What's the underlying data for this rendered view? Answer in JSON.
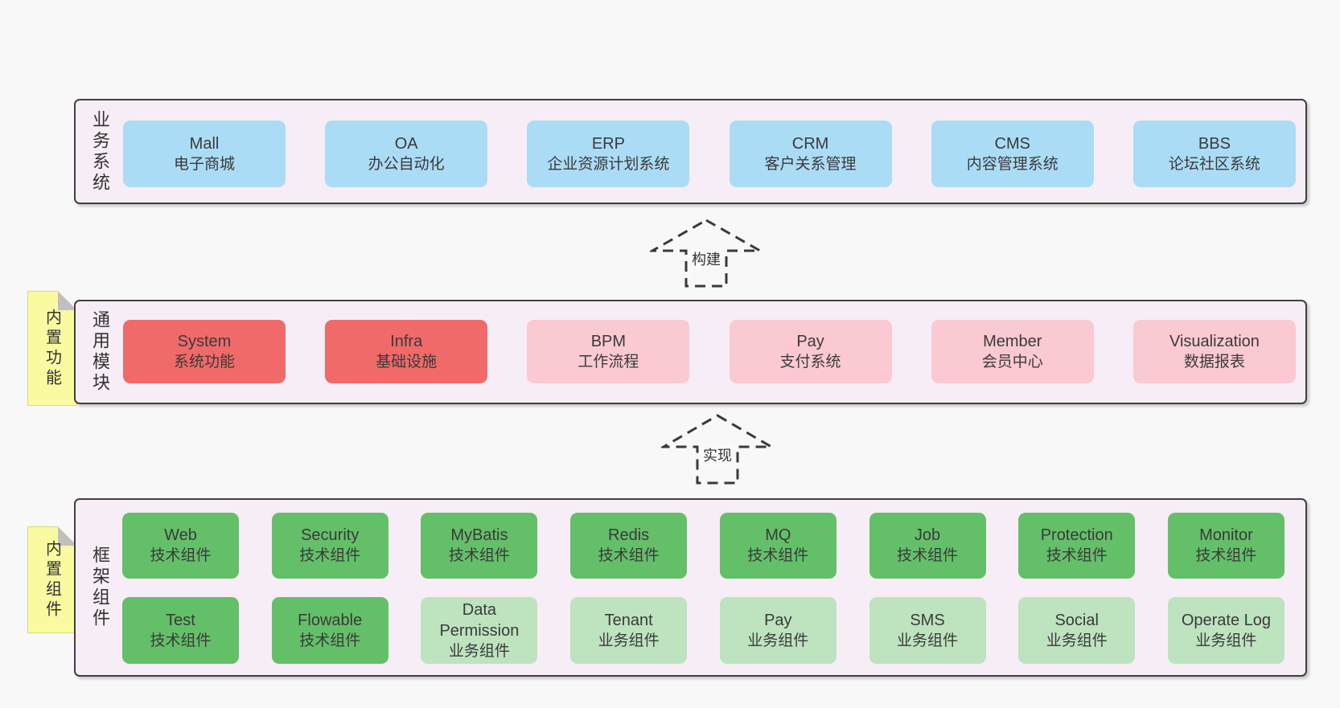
{
  "diagram": {
    "arrows": {
      "build": "构建",
      "implement": "实现"
    },
    "palette": {
      "page_bg": "#f8f8f8",
      "panel_bg": "#f7edf6",
      "panel_border": "#3f3f3f",
      "blue": "#abdcf5",
      "red": "#f06a6a",
      "pink": "#fbc9d2",
      "green": "#64bf69",
      "light_green": "#bde3bf",
      "note_yellow": "#fafaa1",
      "note_fold_gray": "#c0c0c0",
      "text": "#3a3a3a"
    },
    "layers": {
      "business": {
        "side_label": "业务系统",
        "boxes": [
          {
            "title": "Mall",
            "subtitle": "电子商城",
            "variant": "blue"
          },
          {
            "title": "OA",
            "subtitle": "办公自动化",
            "variant": "blue"
          },
          {
            "title": "ERP",
            "subtitle": "企业资源计划系统",
            "variant": "blue"
          },
          {
            "title": "CRM",
            "subtitle": "客户关系管理",
            "variant": "blue"
          },
          {
            "title": "CMS",
            "subtitle": "内容管理系统",
            "variant": "blue"
          },
          {
            "title": "BBS",
            "subtitle": "论坛社区系统",
            "variant": "blue"
          }
        ]
      },
      "modules": {
        "side_label": "通用模块",
        "note": "内置功能",
        "boxes": [
          {
            "title": "System",
            "subtitle": "系统功能",
            "variant": "red"
          },
          {
            "title": "Infra",
            "subtitle": "基础设施",
            "variant": "red"
          },
          {
            "title": "BPM",
            "subtitle": "工作流程",
            "variant": "pink"
          },
          {
            "title": "Pay",
            "subtitle": "支付系统",
            "variant": "pink"
          },
          {
            "title": "Member",
            "subtitle": "会员中心",
            "variant": "pink"
          },
          {
            "title": "Visualization",
            "subtitle": "数据报表",
            "variant": "pink"
          }
        ]
      },
      "components": {
        "side_label": "框架组件",
        "note": "内置组件",
        "row1": [
          {
            "title": "Web",
            "subtitle": "技术组件",
            "variant": "green"
          },
          {
            "title": "Security",
            "subtitle": "技术组件",
            "variant": "green"
          },
          {
            "title": "MyBatis",
            "subtitle": "技术组件",
            "variant": "green"
          },
          {
            "title": "Redis",
            "subtitle": "技术组件",
            "variant": "green"
          },
          {
            "title": "MQ",
            "subtitle": "技术组件",
            "variant": "green"
          },
          {
            "title": "Job",
            "subtitle": "技术组件",
            "variant": "green"
          },
          {
            "title": "Protection",
            "subtitle": "技术组件",
            "variant": "green"
          },
          {
            "title": "Monitor",
            "subtitle": "技术组件",
            "variant": "green"
          }
        ],
        "row2": [
          {
            "title": "Test",
            "subtitle": "技术组件",
            "variant": "green"
          },
          {
            "title": "Flowable",
            "subtitle": "技术组件",
            "variant": "green"
          },
          {
            "title": "Data Permission",
            "subtitle": "业务组件",
            "variant": "lightgreen"
          },
          {
            "title": "Tenant",
            "subtitle": "业务组件",
            "variant": "lightgreen"
          },
          {
            "title": "Pay",
            "subtitle": "业务组件",
            "variant": "lightgreen"
          },
          {
            "title": "SMS",
            "subtitle": "业务组件",
            "variant": "lightgreen"
          },
          {
            "title": "Social",
            "subtitle": "业务组件",
            "variant": "lightgreen"
          },
          {
            "title": "Operate Log",
            "subtitle": "业务组件",
            "variant": "lightgreen"
          }
        ]
      }
    }
  }
}
